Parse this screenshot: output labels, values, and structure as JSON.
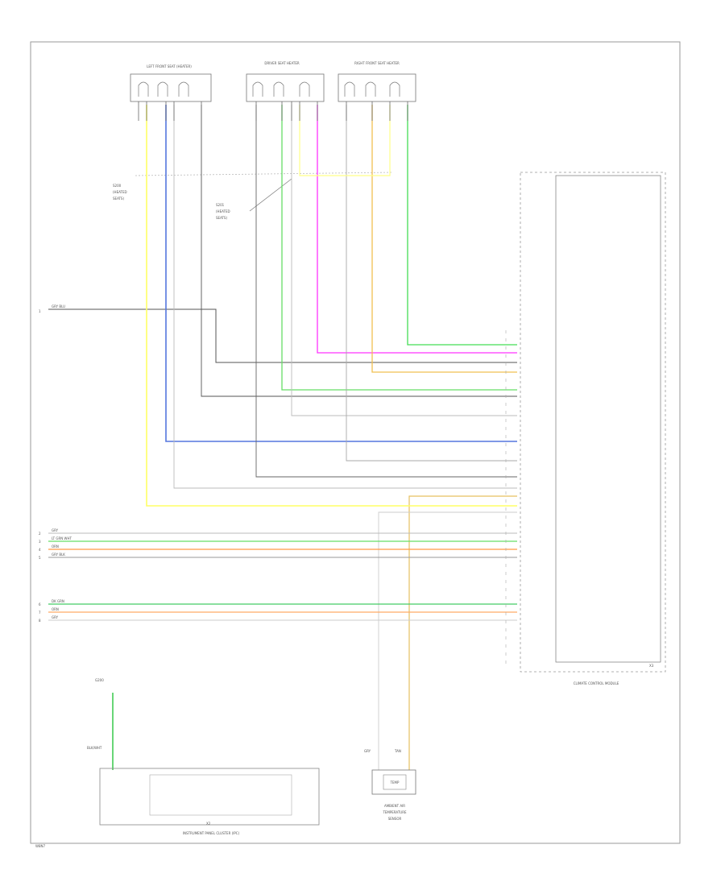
{
  "modules": {
    "seat_left": "LEFT FRONT SEAT (HEATER)",
    "seat_center": "DRIVER SEAT HEATER",
    "seat_right": "RIGHT FRONT SEAT HEATER"
  },
  "splices": {
    "left": [
      "S200",
      "(HEATED",
      "SEATS)"
    ],
    "center": [
      "S201",
      "(HEATED",
      "SEATS)"
    ]
  },
  "hvac_module": {
    "title": "CLIMATE CONTROL MODULE",
    "connector": "X3"
  },
  "cluster": {
    "title": "INSTRUMENT PANEL CLUSTER (IPC)",
    "connector": "X2"
  },
  "sensor": {
    "title": [
      "AMBIENT AIR",
      "TEMPERATURE",
      "SENSOR"
    ],
    "value": "TEMP"
  },
  "ground": [
    "G200"
  ],
  "footer_ref": "W8N7",
  "left_refs": [
    "1",
    "2",
    "3",
    "4",
    "5",
    "6",
    "7",
    "8"
  ],
  "left_labels": [
    "GRY BLU",
    "GRY",
    "LT GRN WHT",
    "ORN",
    "GRY BLK",
    "DK GRN",
    "ORN",
    "GRY"
  ],
  "bottom_wire_labels": [
    "GRY",
    "TAN"
  ],
  "ground_wire_label": "BLK/WHT"
}
